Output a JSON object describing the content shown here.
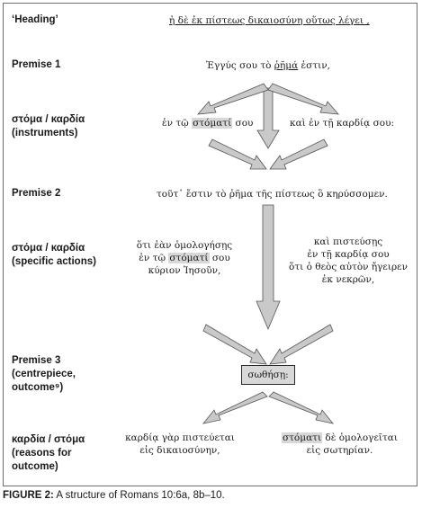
{
  "labels": {
    "heading": "‘Heading’",
    "premise1": "Premise 1",
    "instruments_1": "στόμα / καρδία",
    "instruments_2": "(instruments)",
    "premise2": "Premise 2",
    "actions_1": "στόμα / καρδία",
    "actions_2": "(specific actions)",
    "premise3_1": "Premise 3",
    "premise3_2": "(centrepiece,",
    "premise3_3": "outcome⁹)",
    "reasons_1": "καρδία / στόμα",
    "reasons_2": "(reasons for",
    "reasons_3": "outcome)"
  },
  "greek": {
    "heading": {
      "pre": "ἡ δὲ ἐκ πίστεως δικαιοσύνη οὕτως λέγει ,"
    },
    "premise1": {
      "pre": "Ἐγγύς σου τὸ ",
      "underlined": "ῥῆμά",
      "post": " ἐστιν,"
    },
    "instrument_mouth": {
      "pre": "ἐν τῷ ",
      "highlighted": "στόματί",
      "post": " σου"
    },
    "instrument_heart": {
      "pre": "καὶ ἐν τῇ καρδίᾳ σου:"
    },
    "premise2": {
      "pre": "τοῦτ᾽ ἔστιν τὸ ῥῆμα τῆς πίστεως ὃ κηρύσσομεν."
    },
    "action_mouth": {
      "line1": "ὅτι ἐὰν ὁμολογήσῃς",
      "line2_pre": "ἐν τῷ ",
      "line2_highlighted": "στόματί",
      "line2_post": " σου",
      "line3": "κύριον Ἰησοῦν,"
    },
    "action_heart": {
      "line1": "καὶ πιστεύσῃς",
      "line2": "ἐν τῇ καρδίᾳ σου",
      "line3": "ὅτι ὁ θεὸς αὐτὸν ἤγειρεν",
      "line4": "ἐκ νεκρῶν,"
    },
    "outcome": "σωθήσῃ:",
    "reason_heart": {
      "line1": "καρδίᾳ γὰρ πιστεύεται",
      "line2": "εἰς δικαιοσύνην,"
    },
    "reason_mouth": {
      "line1_highlighted": "στόματι",
      "line1_post": " δὲ ὁμολογεῖται",
      "line2": "εἰς σωτηρίαν."
    }
  },
  "caption": {
    "label": "FIGURE 2:",
    "text": " A structure of Romans 10:6a, 8b–10."
  },
  "colors": {
    "arrow_fill": "#c9c9c9",
    "arrow_stroke": "#555555",
    "highlight": "#d8d8d8"
  }
}
